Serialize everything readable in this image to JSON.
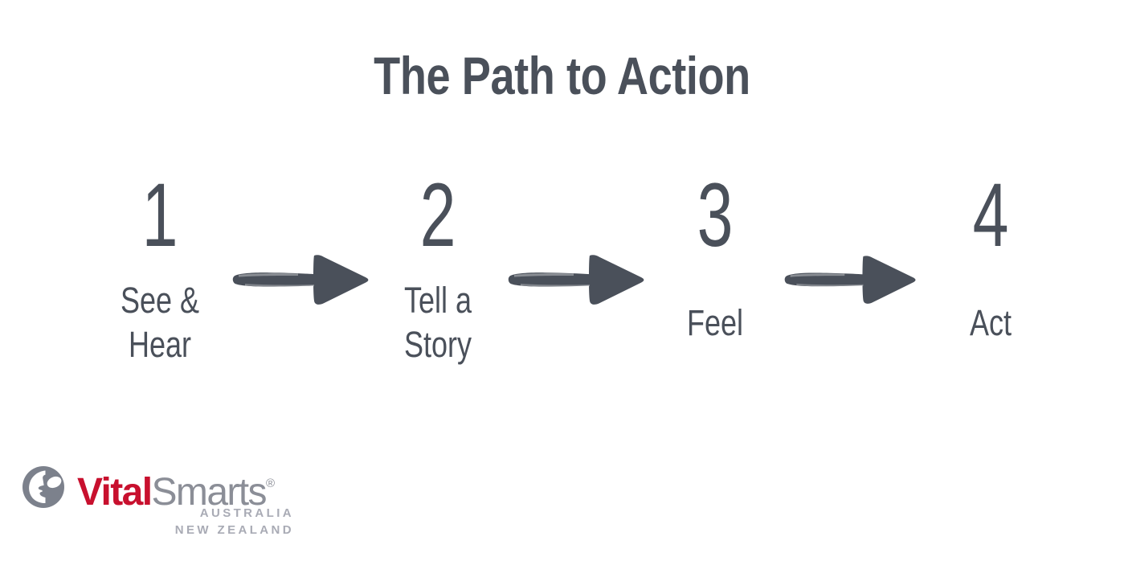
{
  "slide": {
    "title": "The Path to Action",
    "background_color": "#ffffff",
    "ink_color": "#4a505a"
  },
  "steps": [
    {
      "number": "1",
      "label": "See &\nHear",
      "lines": 2
    },
    {
      "number": "2",
      "label": "Tell a\nStory",
      "lines": 2
    },
    {
      "number": "3",
      "label": "Feel",
      "lines": 1
    },
    {
      "number": "4",
      "label": "Act",
      "lines": 1
    }
  ],
  "arrows": [
    {
      "name": "arrow-1-to-2"
    },
    {
      "name": "arrow-2-to-3"
    },
    {
      "name": "arrow-3-to-4"
    }
  ],
  "logo": {
    "brand_primary": "Vital",
    "brand_secondary": "Smarts",
    "registered_mark": "®",
    "region_line_1": "AUSTRALIA",
    "region_line_2": "NEW ZEALAND",
    "colors": {
      "red": "#c8102e",
      "gray": "#8b8e97",
      "light_gray": "#a9abb5",
      "mark_gray": "#7c818c"
    }
  }
}
